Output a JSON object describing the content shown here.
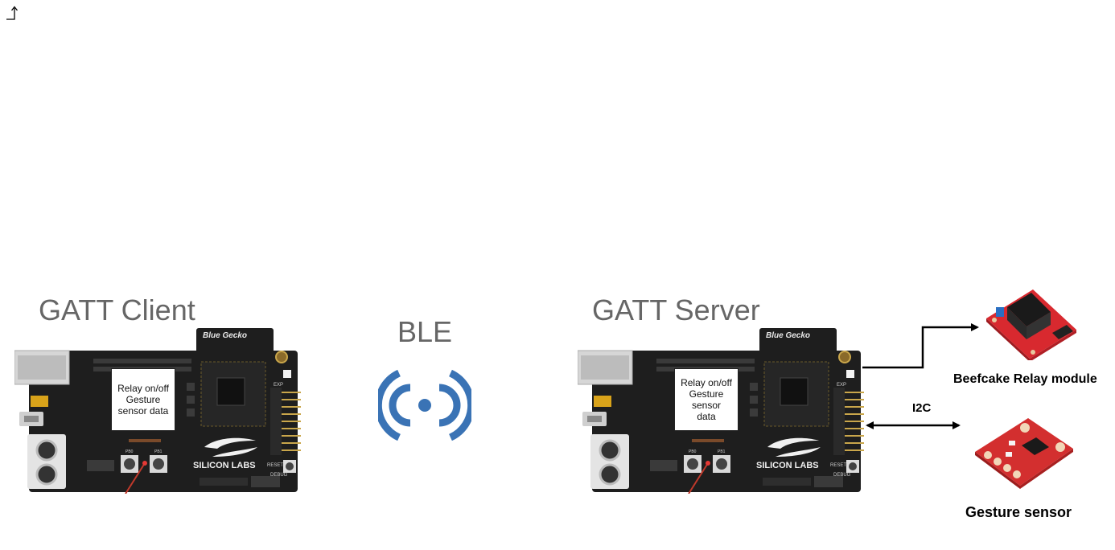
{
  "client": {
    "title": "GATT Client",
    "info": [
      "Relay on/off",
      "Gesture",
      "sensor data"
    ]
  },
  "server": {
    "title": "GATT Server",
    "info": [
      "Relay on/off",
      "Gesture sensor",
      "data"
    ]
  },
  "link": {
    "label": "BLE"
  },
  "peripherals": {
    "relay_label": "Beefcake Relay module",
    "gesture_label": "Gesture sensor",
    "bus_label": "I2C"
  },
  "board_print": {
    "brand": "Blue Gecko",
    "maker": "SILICON LABS",
    "exp": "EXP",
    "reset": "RESET",
    "debug": "DEBUG",
    "pb0": "PB0",
    "pb1": "PB1"
  },
  "colors": {
    "title_gray": "#666666",
    "board": "#1e1e1e",
    "ble_blue": "#3a73b5",
    "connector_gold": "#c9a64b",
    "relay_red": "#d8292f",
    "gesture_red": "#d32f2f"
  }
}
